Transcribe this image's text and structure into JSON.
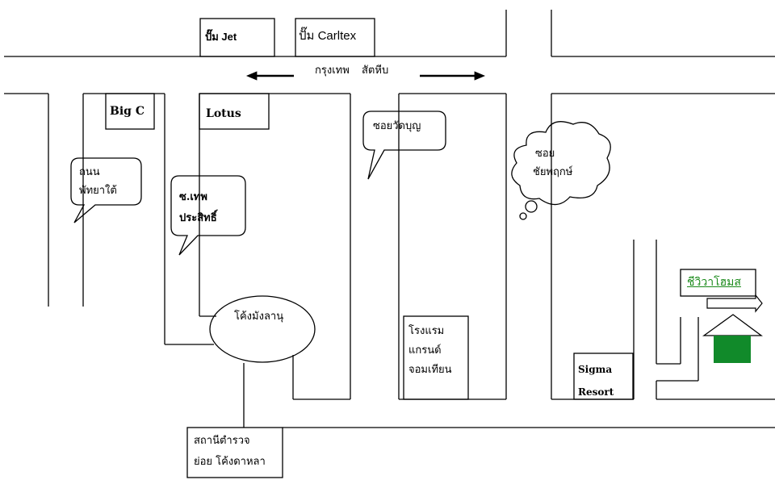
{
  "road": {
    "main_left": "กรุงเทพ",
    "main_right": "สัตหีบ"
  },
  "places": {
    "jet": "ปั๊ม Jet",
    "caltex": "ปั๊ม Carltex",
    "bigc": "Big C",
    "lotus": "Lotus",
    "pattaya_tai_1": "ถนน",
    "pattaya_tai_2": "พัทยาใต้",
    "thep_1": "ซ.เทพ",
    "thep_2": "ประสิทธิ์",
    "wat_boon": "ซอยวัดบุญ",
    "chaiyaphruek_1": "ซอย",
    "chaiyaphruek_2": "ชัยพฤกษ์",
    "khong_manglanu": "โค้งมังลานุ",
    "hotel_1": "โรงแรม",
    "hotel_2": "แกรนด์",
    "hotel_3": "จอมเทียน",
    "sigma_1": "Sigma",
    "sigma_2": "Resort",
    "police_1": "สถานีตำรวจ",
    "police_2": "ย่อย โค้งดาหลา",
    "destination": "ชีวิวาโฮมส"
  },
  "colors": {
    "line": "#000000",
    "house": "#118a2a",
    "link": "#1a8a1a"
  }
}
